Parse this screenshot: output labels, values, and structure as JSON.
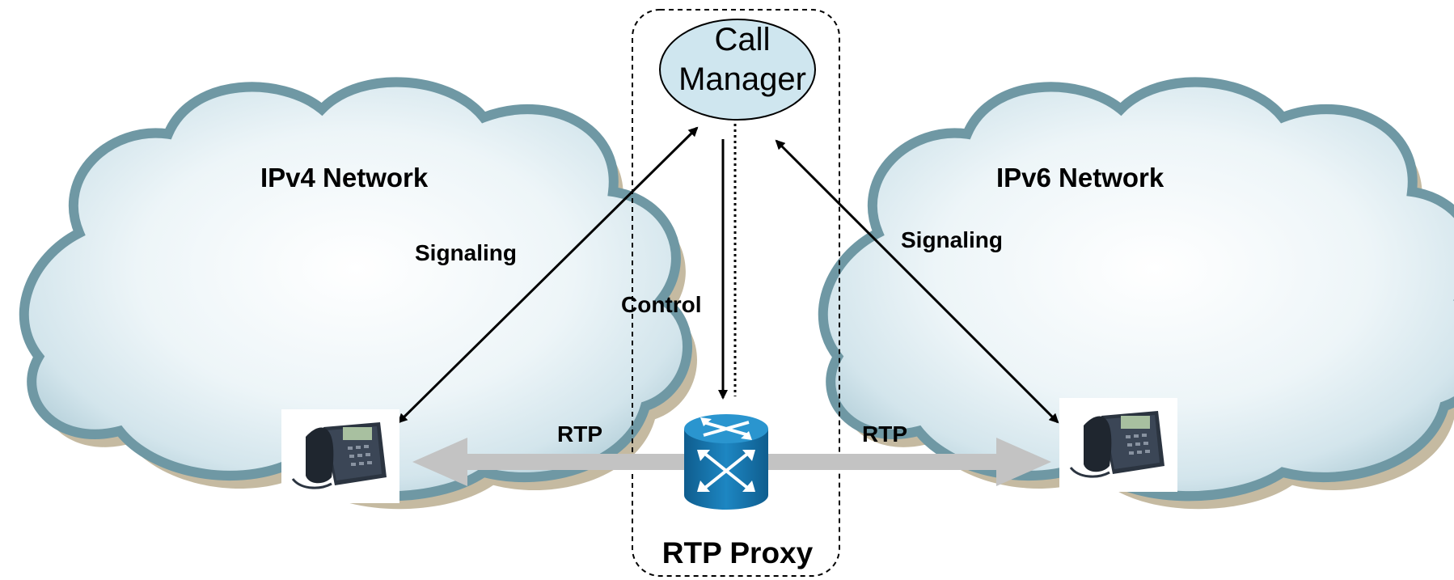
{
  "clouds": {
    "left": {
      "label": "IPv4 Network"
    },
    "right": {
      "label": "IPv6 Network"
    }
  },
  "call_manager": {
    "line1": "Call",
    "line2": "Manager"
  },
  "links": {
    "signaling_left": "Signaling",
    "signaling_right": "Signaling",
    "control": "Control",
    "rtp_left": "RTP",
    "rtp_right": "RTP"
  },
  "rtp_proxy": {
    "label": "RTP Proxy"
  },
  "nodes": {
    "left_phone_icon": "ip-phone-icon",
    "right_phone_icon": "ip-phone-icon",
    "proxy_icon": "router-icon"
  },
  "colors": {
    "cloud_edge": "#6f98a4",
    "cloud_fill": "#e6f1f5",
    "cloud_shadow": "#b7a98a",
    "rtp_arrow": "#c3c3c3",
    "router": "#1a78b0",
    "call_manager_fill": "#cfe6ef"
  }
}
